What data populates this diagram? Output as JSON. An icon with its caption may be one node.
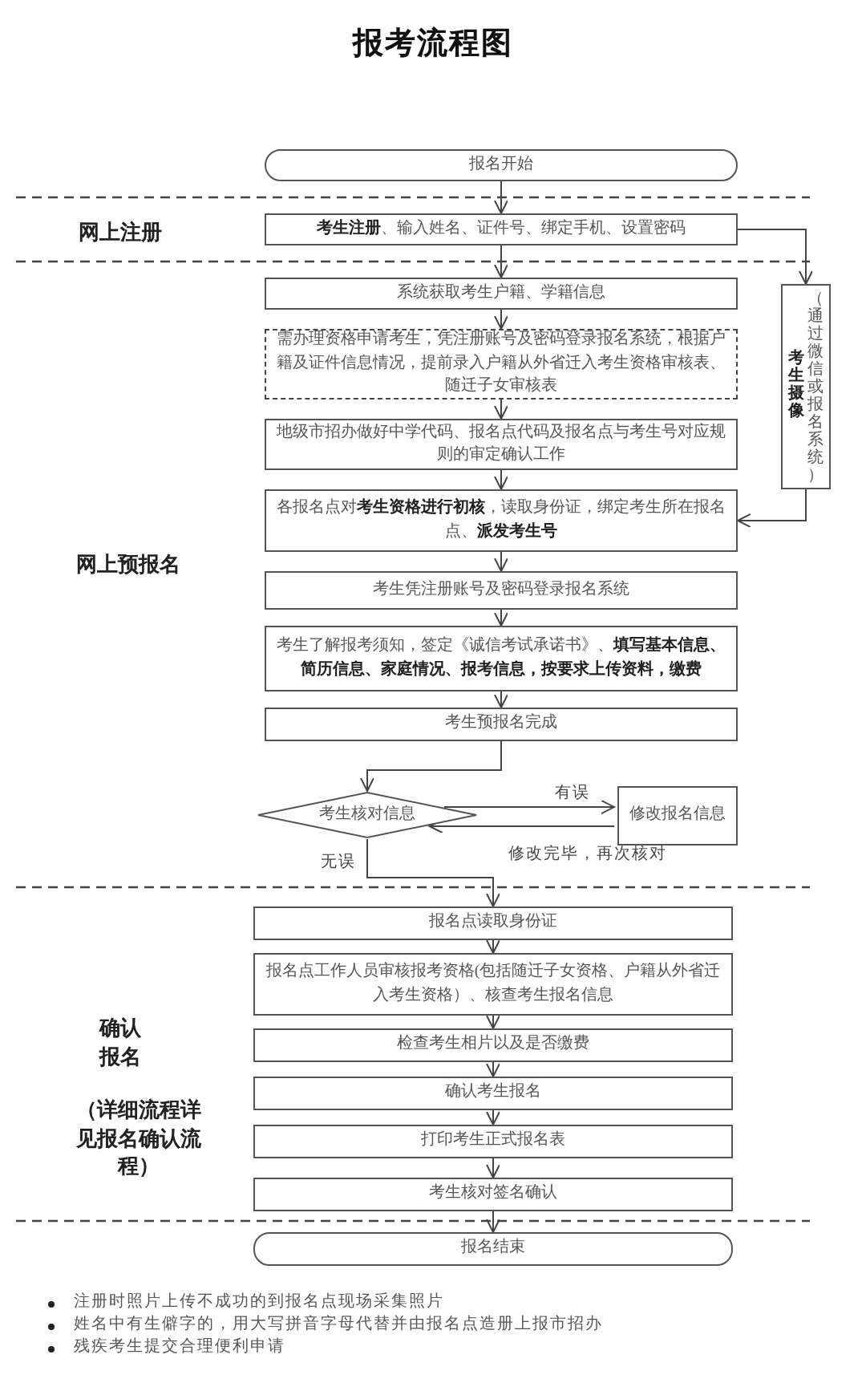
{
  "diagram": {
    "title": "报考流程图",
    "nodes": [
      {
        "text": [
          "报名开始"
        ]
      },
      {
        "text": [
          "**考生注册**、输入姓名、证件号、绑定手机、设置密码"
        ]
      },
      {
        "text": [
          "系统获取考生户籍、学籍信息"
        ]
      },
      {
        "text": [
          "需办理资格申请考生，凭注册账号及密码登录报名系统，根据户籍及证件信息情况，提前录入户籍从外省迁入考生资格审核表、随迁子女审核表"
        ]
      },
      {
        "text": [
          "地级市招办做好中学代码、报名点代码及报名点与考生号对应规则的审定确认工作"
        ]
      },
      {
        "text": [
          "考生摄像",
          "（通过微信或报名系统）"
        ]
      },
      {
        "text": [
          "各报名点对**考生资格进行初核**，读取身份证，绑定考生所在报名点、**派发考生号**"
        ]
      },
      {
        "text": [
          "考生凭注册账号及密码登录报名系统"
        ]
      },
      {
        "text": [
          "考生了解报考须知，签定《诚信考试承诺书》、**填写基本信息、简历信息、家庭情况、报考信息，按要求上传资料，缴费**"
        ]
      },
      {
        "text": [
          "考生预报名完成"
        ]
      },
      {
        "text": [
          "考生核对信息"
        ]
      },
      {
        "text": [
          "修改报名信息"
        ]
      },
      {
        "text": [
          "报名点读取身份证"
        ]
      },
      {
        "text": [
          "报名点工作人员审核报考资格(包括随迁子女资格、户籍从外省迁入考生资格）、核查考生报名信息"
        ]
      },
      {
        "text": [
          "检查考生相片以及是否缴费"
        ]
      },
      {
        "text": [
          "确认考生报名"
        ]
      },
      {
        "text": [
          "打印考生正式报名表"
        ]
      },
      {
        "text": [
          "考生核对签名确认"
        ]
      },
      {
        "text": [
          "报名结束"
        ]
      }
    ],
    "edges": [
      {
        "from": 0,
        "to": 1,
        "arrow": "to"
      },
      {
        "from": 1,
        "to": 2,
        "arrow": "to"
      },
      {
        "from": 1,
        "to": 5,
        "arrow": "to"
      },
      {
        "from": 2,
        "to": 3,
        "arrow": "to"
      },
      {
        "from": 3,
        "to": 4,
        "arrow": "to"
      },
      {
        "from": 4,
        "to": 6,
        "arrow": "to"
      },
      {
        "from": 5,
        "to": 6,
        "arrow": "to"
      },
      {
        "from": 6,
        "to": 7,
        "arrow": "to"
      },
      {
        "from": 7,
        "to": 8,
        "arrow": "to"
      },
      {
        "from": 8,
        "to": 9,
        "arrow": "to"
      },
      {
        "from": 9,
        "to": 10,
        "arrow": "to"
      },
      {
        "from": 10,
        "to": 11,
        "arrow": "to",
        "label": "有误"
      },
      {
        "from": 11,
        "to": 10,
        "arrow": "to",
        "label": "修改完毕，再次核对"
      },
      {
        "from": 10,
        "to": 12,
        "arrow": "to",
        "label": "无误"
      },
      {
        "from": 12,
        "to": 13,
        "arrow": "to"
      },
      {
        "from": 13,
        "to": 14,
        "arrow": "to"
      },
      {
        "from": 14,
        "to": 15,
        "arrow": "to"
      },
      {
        "from": 15,
        "to": 16,
        "arrow": "to"
      },
      {
        "from": 16,
        "to": 17,
        "arrow": "to"
      },
      {
        "from": 17,
        "to": 18,
        "arrow": "to"
      }
    ],
    "labels": [
      "网上注册",
      "网上预报名",
      "确认报名",
      "（详细流程详见报名确认流程）",
      "注册时照片上传不成功的到报名点现场采集照片",
      "姓名中有生僻字的，用大写拼音字母代替并由报名点造册上报市招办",
      "残疾考生提交合理便利申请"
    ]
  }
}
